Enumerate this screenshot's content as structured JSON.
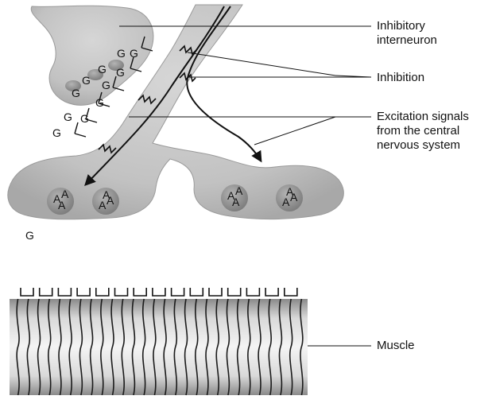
{
  "labels": {
    "inhibitory_interneuron": [
      "Inhibitory",
      "interneuron"
    ],
    "inhibition": "Inhibition",
    "excitation": [
      "Excitation signals",
      "from the central",
      "nervous system"
    ],
    "muscle": "Muscle"
  },
  "neurotransmitters": {
    "inhibitory_symbol": "G",
    "excitatory_symbol": "A"
  },
  "colors": {
    "neuron_fill": "#c4c4c4",
    "neuron_shadow": "#9a9a9a",
    "vesicle_fill": "#8e8e8e",
    "line": "#111111",
    "muscle_light": "#f2f2f2",
    "muscle_dark": "#8a8a8a"
  }
}
